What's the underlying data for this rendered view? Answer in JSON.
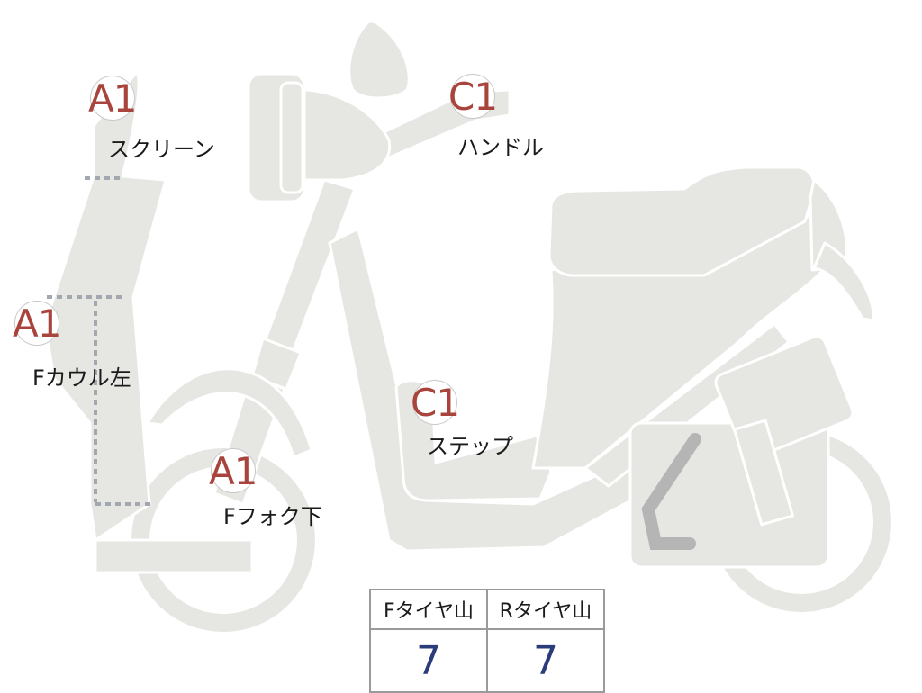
{
  "colors": {
    "body_fill": "#e6e6e3",
    "body_stroke": "#ffffff",
    "dotted_line": "#a3a7b0",
    "code_text": "#a8443c",
    "label_text": "#1a1a1a",
    "tread_value": "#2a3c7a",
    "table_border": "#9a9a9a"
  },
  "markers": [
    {
      "id": "screen",
      "code": "A1",
      "label": "スクリーン"
    },
    {
      "id": "handle",
      "code": "C1",
      "label": "ハンドル"
    },
    {
      "id": "f_cowl_left",
      "code": "A1",
      "label": "Fカウル左"
    },
    {
      "id": "step",
      "code": "C1",
      "label": "ステップ"
    },
    {
      "id": "f_fork_lower",
      "code": "A1",
      "label": "Fフォク下"
    }
  ],
  "tread_table": {
    "headers": [
      "Fタイヤ山",
      "Rタイヤ山"
    ],
    "values": [
      "7",
      "7"
    ]
  }
}
